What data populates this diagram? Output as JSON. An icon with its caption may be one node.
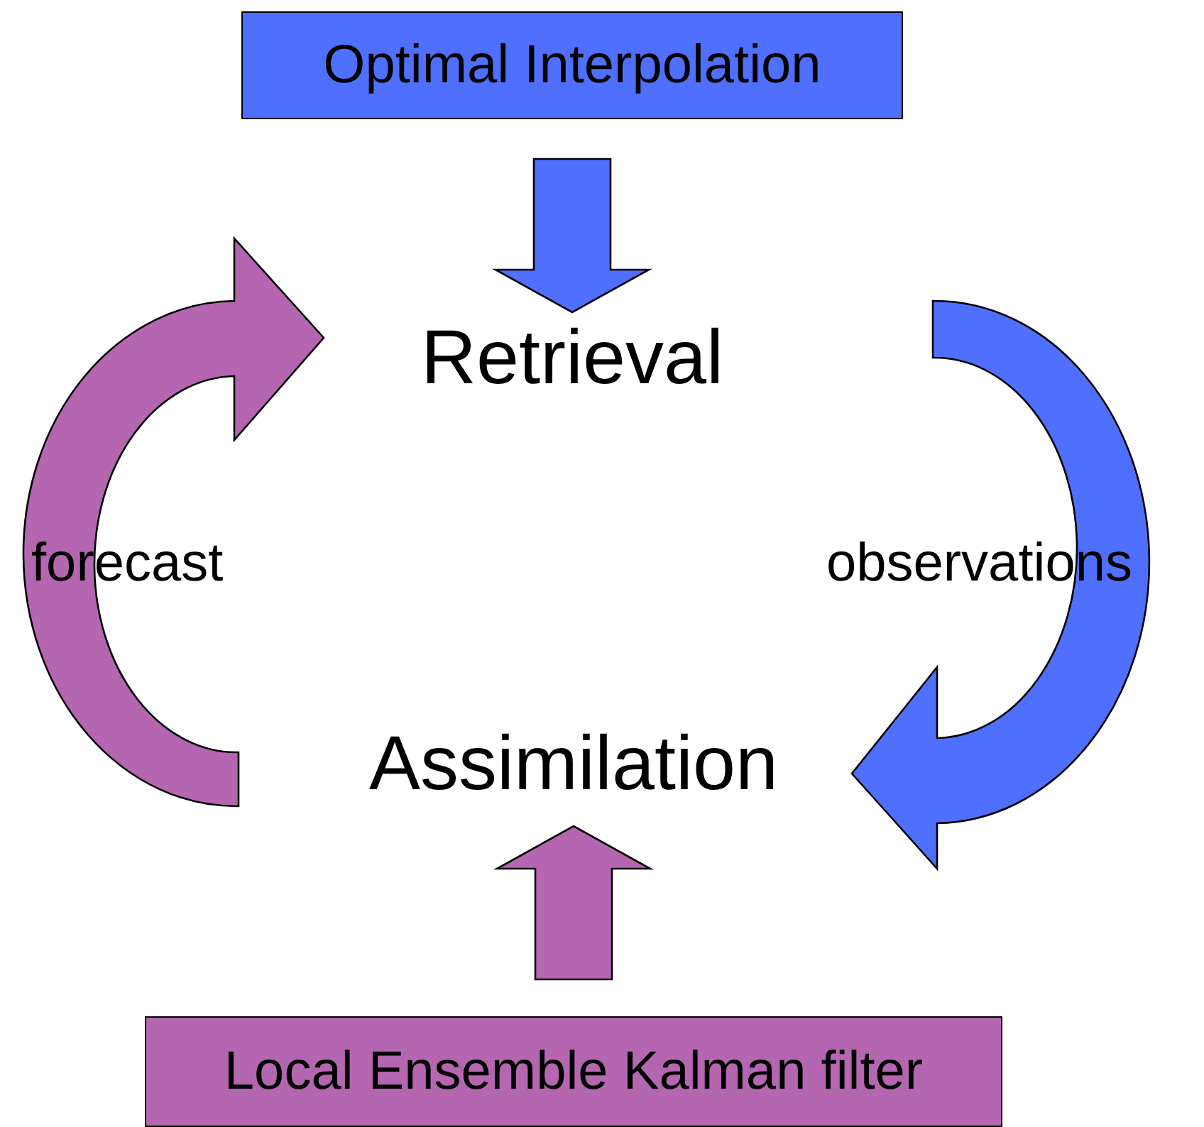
{
  "diagram": {
    "nodes": [
      {
        "text": [
          "Optimal Interpolation"
        ]
      },
      {
        "text": [
          "Retrieval"
        ]
      },
      {
        "text": [
          "Assimilation"
        ]
      },
      {
        "text": [
          "Local Ensemble Kalman filter"
        ]
      }
    ],
    "edges": [
      {
        "from": 0,
        "to": 1,
        "arrow": "to",
        "style": "thick",
        "color": "#4f6ffe"
      },
      {
        "from": 1,
        "to": 2,
        "arrow": "to",
        "style": "thick",
        "color": "#4f6ffe",
        "label": "observations"
      },
      {
        "from": 3,
        "to": 2,
        "arrow": "to",
        "style": "thick",
        "color": "#b466b0"
      },
      {
        "from": 2,
        "to": 1,
        "arrow": "to",
        "style": "thick",
        "color": "#b466b0",
        "label": "forecast"
      }
    ]
  }
}
